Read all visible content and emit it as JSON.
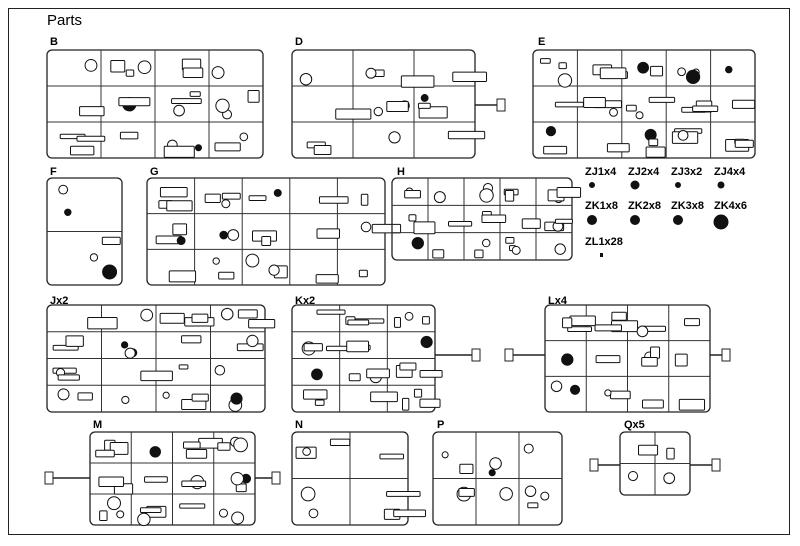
{
  "title": "Parts",
  "sprues": [
    {
      "id": "B",
      "label": "B"
    },
    {
      "id": "D",
      "label": "D"
    },
    {
      "id": "E",
      "label": "E"
    },
    {
      "id": "F",
      "label": "F"
    },
    {
      "id": "G",
      "label": "G"
    },
    {
      "id": "H",
      "label": "H"
    },
    {
      "id": "J",
      "label": "Jx2"
    },
    {
      "id": "K",
      "label": "Kx2"
    },
    {
      "id": "L",
      "label": "Lx4"
    },
    {
      "id": "M",
      "label": "M"
    },
    {
      "id": "N",
      "label": "N"
    },
    {
      "id": "P",
      "label": "P"
    },
    {
      "id": "Q",
      "label": "Qx5"
    }
  ],
  "small_parts": [
    {
      "label": "ZJ1x4"
    },
    {
      "label": "ZJ2x4"
    },
    {
      "label": "ZJ3x2"
    },
    {
      "label": "ZJ4x4"
    },
    {
      "label": "ZK1x8"
    },
    {
      "label": "ZK2x8"
    },
    {
      "label": "ZK3x8"
    },
    {
      "label": "ZK4x6"
    },
    {
      "label": "ZL1x28"
    }
  ]
}
